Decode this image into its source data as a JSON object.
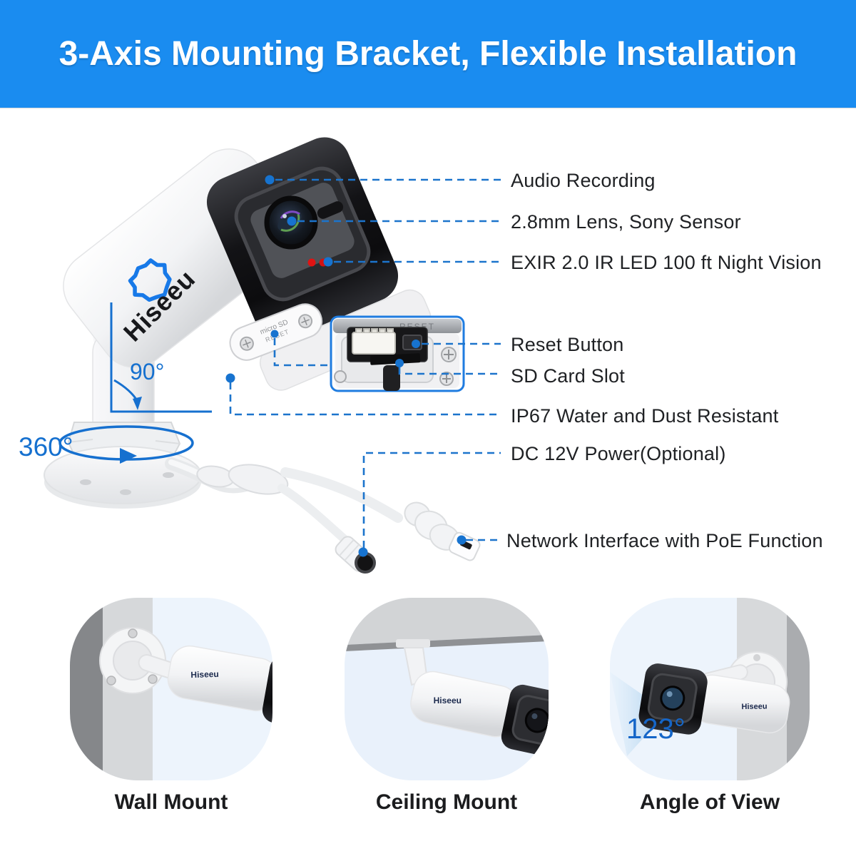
{
  "header": {
    "title": "3-Axis Mounting Bracket, Flexible Installation"
  },
  "callouts": {
    "audio": "Audio Recording",
    "lens": "2.8mm Lens, Sony Sensor",
    "exir": "EXIR 2.0 IR LED 100 ft Night Vision",
    "reset": "Reset Button",
    "sd": "SD Card Slot",
    "ip67": "IP67 Water and Dust Resistant",
    "dc": "DC 12V Power(Optional)",
    "poe": "Network Interface with PoE Function"
  },
  "angles": {
    "tilt": "90°",
    "pan": "360°",
    "fov": "123°"
  },
  "camera": {
    "brand": "Hiseeu",
    "panel_line1": "micro SD",
    "panel_line2": "RESET",
    "inset_label": "RESET"
  },
  "tiles": [
    {
      "label": "Wall Mount"
    },
    {
      "label": "Ceiling Mount"
    },
    {
      "label": "Angle of View"
    }
  ],
  "colors": {
    "header_bg": "#1a8cf0",
    "accent_blue": "#1a74d0",
    "label_text": "#1f2124",
    "ir_led_red": "#e01313",
    "logo_blue": "#1779e8"
  }
}
